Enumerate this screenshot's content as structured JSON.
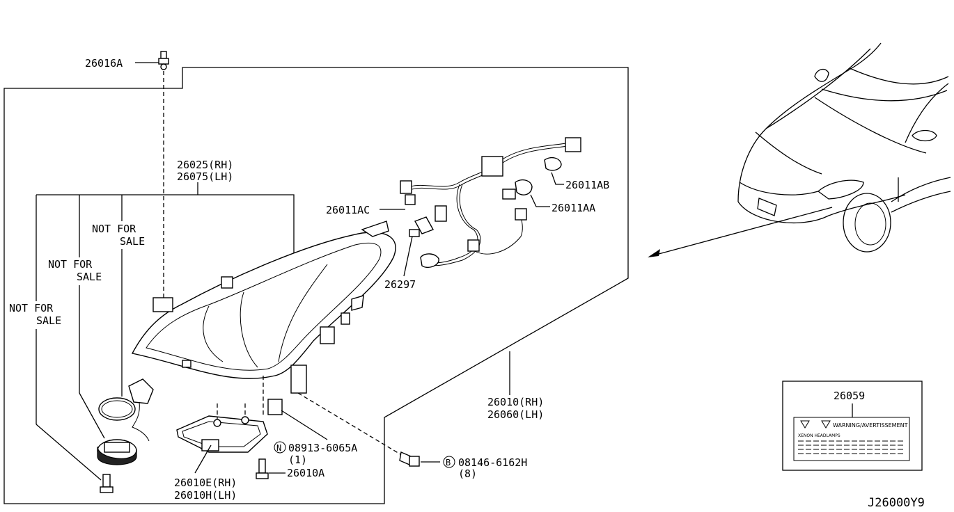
{
  "labels": {
    "p26016A": "26016A",
    "p26025": "26025(RH)",
    "p26075": "26075(LH)",
    "p26011AC": "26011AC",
    "p26011AB": "26011AB",
    "p26011AA": "26011AA",
    "p26297": "26297",
    "p26010": "26010(RH)",
    "p26060": "26060(LH)",
    "p26010E": "26010E(RH)",
    "p26010H": "26010H(LH)",
    "p26010A": "26010A",
    "p08913": "08913-6065A",
    "p08913_qty": "(1)",
    "p08913_sym": "N",
    "p08146": "08146-6162H",
    "p08146_qty": "(8)",
    "p08146_sym": "B",
    "p26059": "26059",
    "diagram_id": "J26000Y9"
  },
  "not_for_sale": {
    "a_line1": "NOT FOR",
    "a_line2": "SALE",
    "b_line1": "NOT FOR",
    "b_line2": "SALE",
    "c_line1": "NOT FOR",
    "c_line2": "SALE"
  },
  "warning_label": {
    "title": "WARNING/AVERTISSEMENT",
    "subtitle": "XENON HEADLAMPS"
  }
}
